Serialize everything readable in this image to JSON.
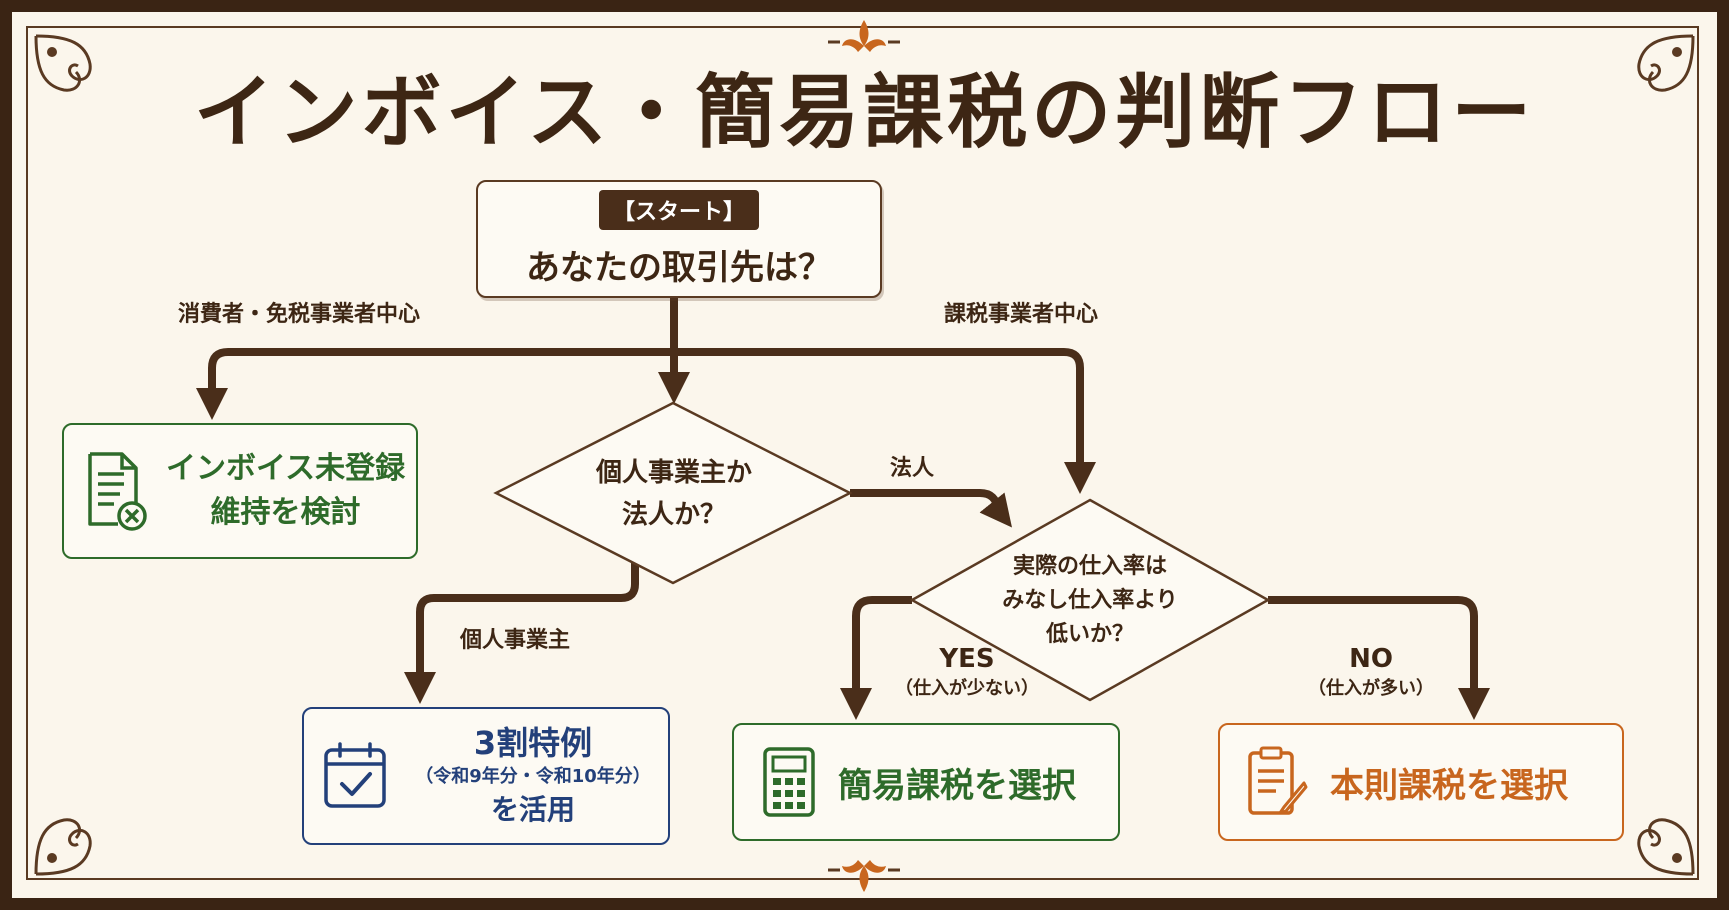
{
  "title": "インボイス・簡易課税の判断フロー",
  "colors": {
    "frame": "#3a2414",
    "background": "#fbf6ec",
    "arrow": "#4a2e1a",
    "green": "#2e6b2a",
    "blue": "#23407a",
    "orange": "#c8661e"
  },
  "start": {
    "tag": "【スタート】",
    "question": "あなたの取引先は？"
  },
  "branches": {
    "consumer": "消費者・免税事業者中心",
    "taxable": "課税事業者中心",
    "corporation": "法人",
    "sole": "個人事業主",
    "yes": "YES",
    "yes_sub": "（仕入が少ない）",
    "no": "NO",
    "no_sub": "（仕入が多い）"
  },
  "decisions": {
    "entity_line1": "個人事業主か",
    "entity_line2": "法人か？",
    "rate_line1": "実際の仕入率は",
    "rate_line2": "みなし仕入率より",
    "rate_line3": "低いか？"
  },
  "outcomes": {
    "invoice_line1": "インボイス未登録",
    "invoice_line2": "維持を検討",
    "invoice_icon": "document-x-icon",
    "special_main": "3割特例",
    "special_sub": "（令和9年分・令和10年分）",
    "special_tail": "を活用",
    "special_icon": "calendar-check-icon",
    "simplified": "簡易課税を選択",
    "simplified_icon": "calculator-icon",
    "principle": "本則課税を選択",
    "principle_icon": "clipboard-pen-icon"
  }
}
